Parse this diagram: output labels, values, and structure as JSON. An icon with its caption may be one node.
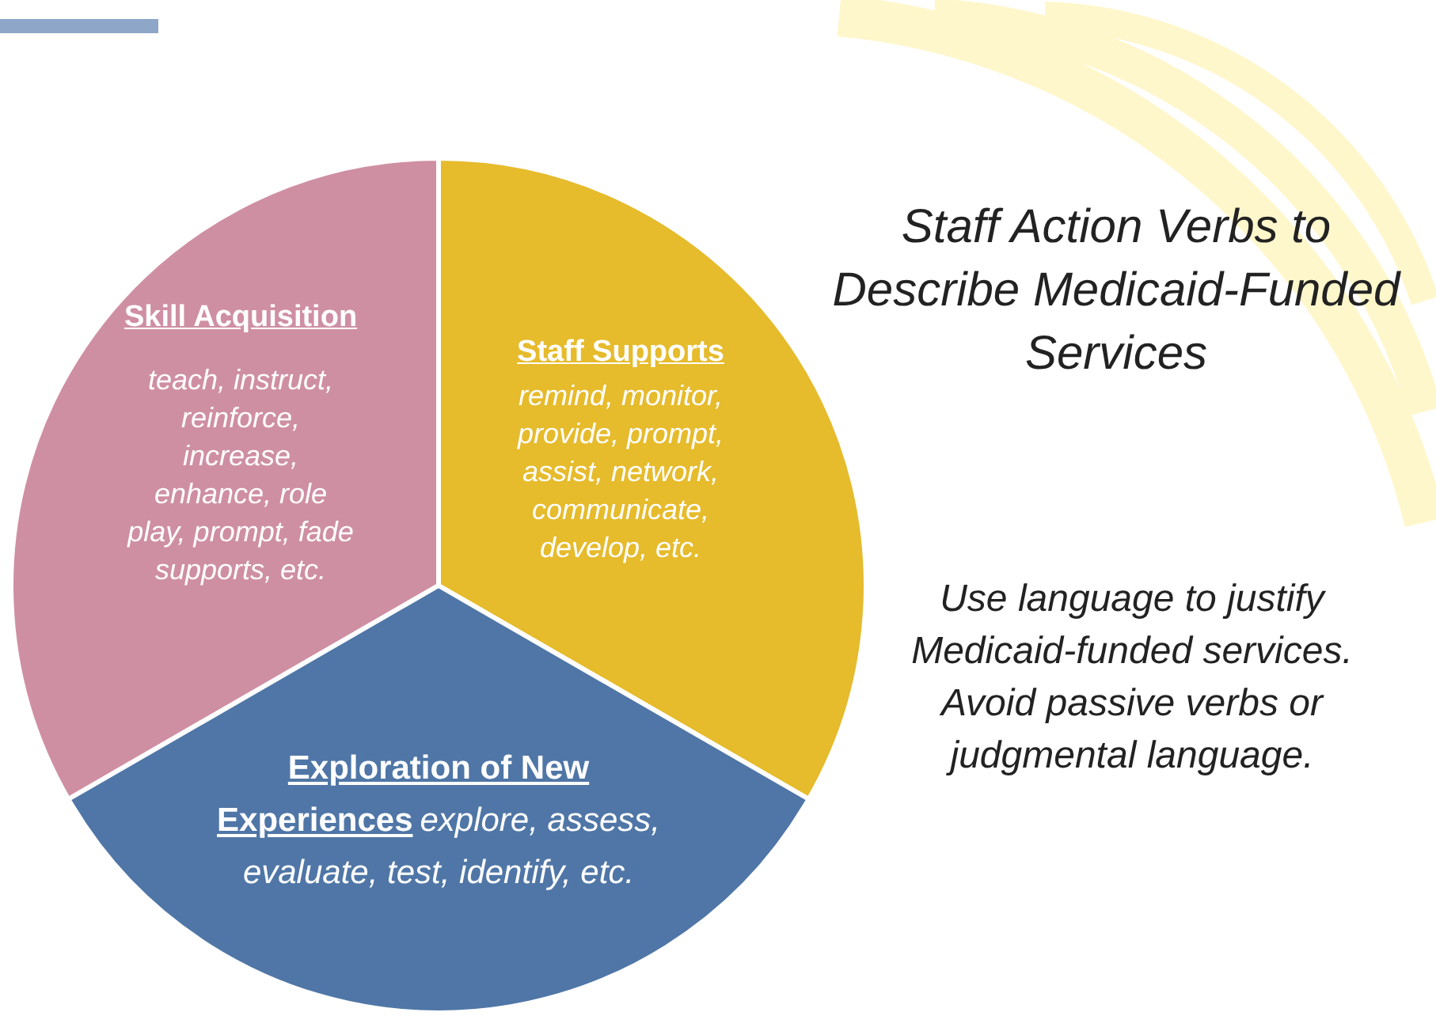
{
  "diagram": {
    "title": "Staff Action Verbs to Describe Medicaid-Funded Services",
    "nodes": [
      {
        "text": [
          "Skill Acquisition",
          "teach, instruct, reinforce, increase, enhance, role play, prompt, fade supports, etc."
        ]
      },
      {
        "text": [
          "Staff Supports",
          "remind, monitor, provide, prompt, assist, network, communicate, develop, etc."
        ]
      },
      {
        "text": [
          "Exploration of New Experiences",
          "explore, assess, evaluate, test, identify, etc."
        ]
      }
    ],
    "edges": [],
    "labels": [
      "Use language to justify Medicaid-funded services. Avoid passive verbs or judgmental language."
    ]
  }
}
